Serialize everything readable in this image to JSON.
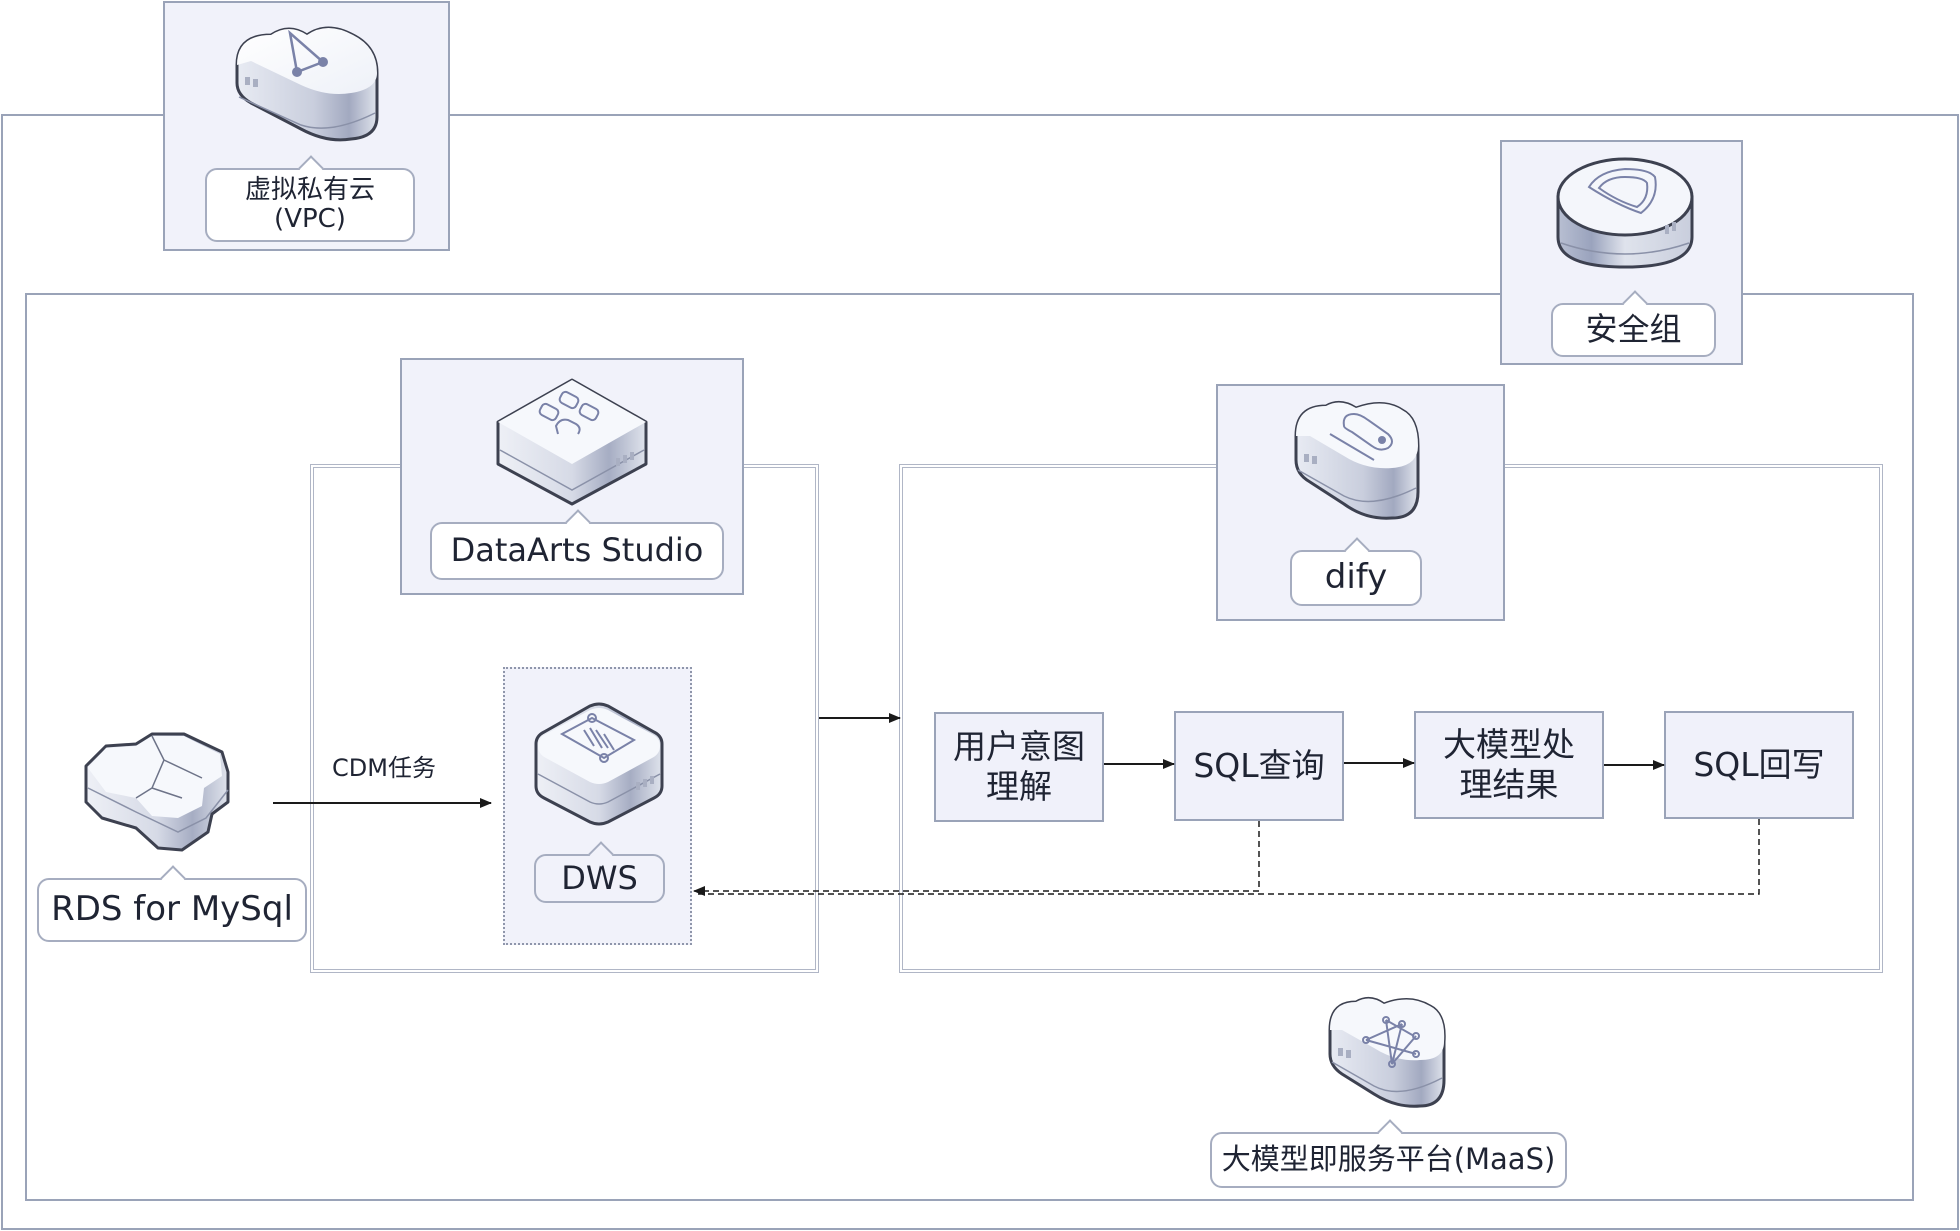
{
  "diagram": {
    "vpc": {
      "label_line1": "虚拟私有云",
      "label_line2": "(VPC)",
      "icon": "vpc-cloud-icon"
    },
    "security_group": {
      "label": "安全组",
      "icon": "security-group-shield-icon"
    },
    "dataarts": {
      "label": "DataArts Studio",
      "icon": "dataarts-studio-icon"
    },
    "dws": {
      "label": "DWS",
      "icon": "dws-warehouse-icon"
    },
    "rds": {
      "label": "RDS for MySql",
      "icon": "rds-hexagon-icon"
    },
    "dify": {
      "label": "dify",
      "icon": "dify-cloud-icon"
    },
    "maas": {
      "label": "大模型即服务平台(MaaS)",
      "icon": "maas-network-icon"
    },
    "cdm_edge_label": "CDM任务",
    "flow_steps": [
      {
        "line1": "用户意图",
        "line2": "理解"
      },
      {
        "line1": "SQL查询",
        "line2": ""
      },
      {
        "line1": "大模型处",
        "line2": "理结果"
      },
      {
        "line1": "SQL回写",
        "line2": ""
      }
    ],
    "colors": {
      "frame": "#9aa3b8",
      "service_fill": "#f1f2fa",
      "text": "#1f2433",
      "arrow": "#1a1a1a",
      "icon_accent": "#7a82a8"
    }
  }
}
